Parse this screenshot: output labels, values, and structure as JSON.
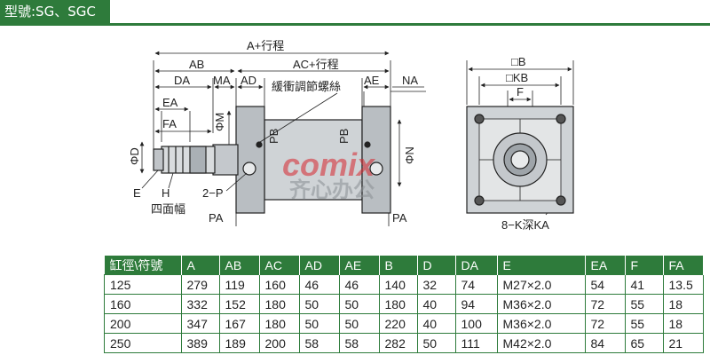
{
  "header": {
    "title": "型號:SG、SGC"
  },
  "drawing": {
    "dim_labels": {
      "a_stroke": "A+行程",
      "ab": "AB",
      "ac_stroke": "AC+行程",
      "da": "DA",
      "ma": "MA",
      "ad": "AD",
      "ae": "AE",
      "na": "NA",
      "ea": "EA",
      "fa": "FA",
      "phi_d": "ΦD",
      "phi_m": "ΦM",
      "phi_n": "ΦN",
      "pb1": "PB",
      "pb2": "PB",
      "e": "E",
      "h": "H",
      "two_p": "2−P",
      "four_face": "四面幅",
      "cushion": "緩衝調節螺絲",
      "pa1": "PA",
      "pa2": "PA",
      "box_b": "□B",
      "box_kb": "□KB",
      "f": "F",
      "k_depth": "8−K深KA"
    },
    "watermark": {
      "brand": "comix",
      "chinese": "齐心办公"
    }
  },
  "table": {
    "headers": [
      "缸徑\\符號",
      "A",
      "AB",
      "AC",
      "AD",
      "AE",
      "B",
      "D",
      "DA",
      "E",
      "EA",
      "F",
      "FA"
    ],
    "rows": [
      [
        "125",
        "279",
        "119",
        "160",
        "46",
        "46",
        "140",
        "32",
        "74",
        "M27×2.0",
        "54",
        "41",
        "13.5"
      ],
      [
        "160",
        "332",
        "152",
        "180",
        "50",
        "50",
        "180",
        "40",
        "94",
        "M36×2.0",
        "72",
        "55",
        "18"
      ],
      [
        "200",
        "347",
        "167",
        "180",
        "50",
        "50",
        "220",
        "40",
        "100",
        "M36×2.0",
        "72",
        "55",
        "18"
      ],
      [
        "250",
        "389",
        "189",
        "200",
        "58",
        "58",
        "282",
        "50",
        "111",
        "M42×2.0",
        "84",
        "65",
        "21"
      ]
    ]
  },
  "colors": {
    "accent": "#2e7b3b",
    "watermark_red": "#d8262e"
  }
}
